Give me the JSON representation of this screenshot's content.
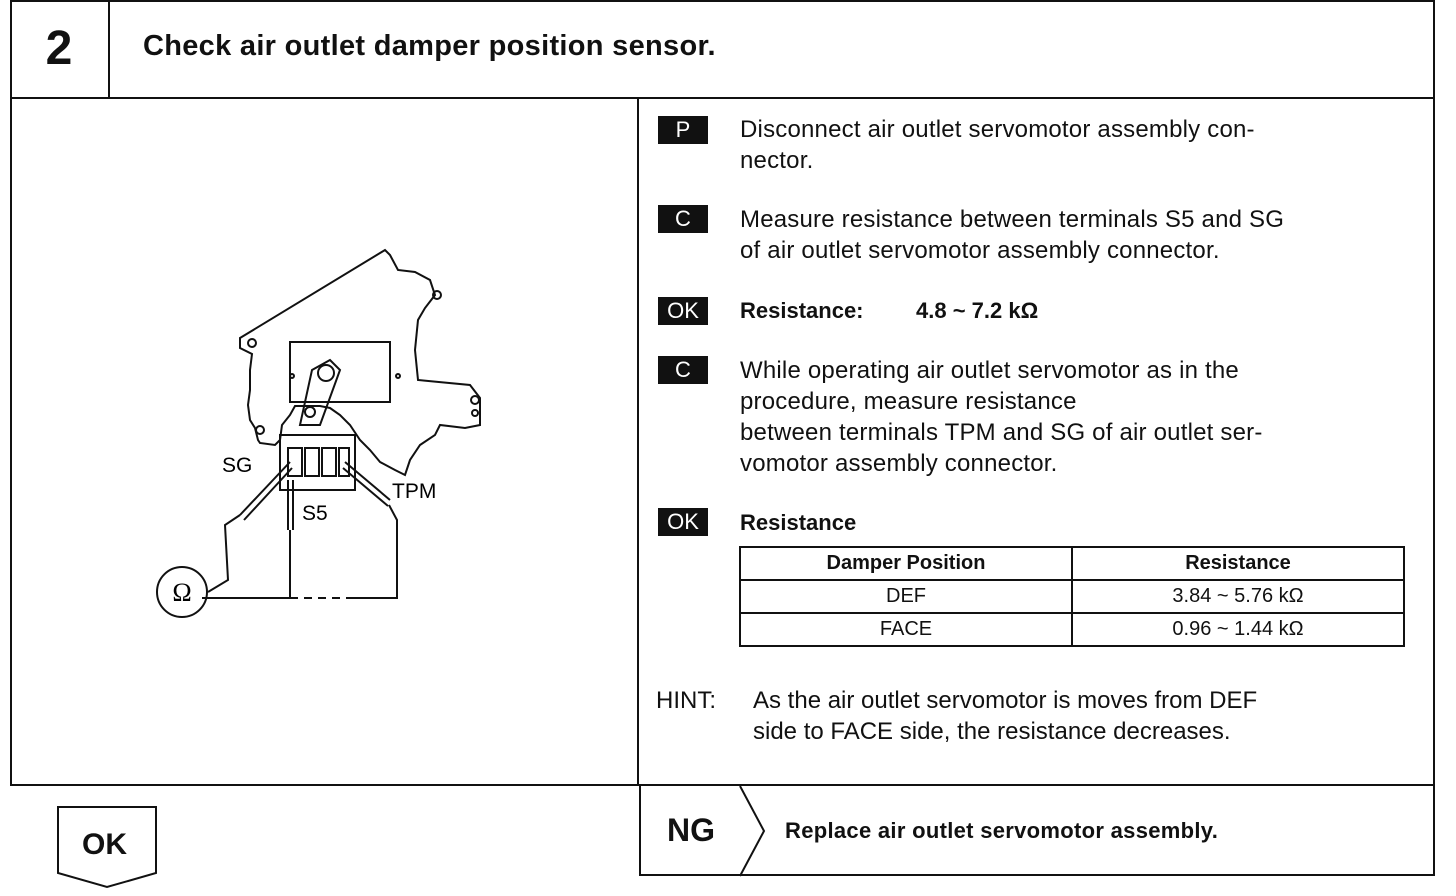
{
  "header": {
    "step_number": "2",
    "title": "Check air outlet damper position sensor."
  },
  "diagram": {
    "labels": {
      "sg": "SG",
      "s5": "S5",
      "tpm": "TPM",
      "ohm": "Ω"
    }
  },
  "steps": [
    {
      "tag": "P",
      "lines": [
        "Disconnect air outlet servomotor assembly con-",
        "nector."
      ]
    },
    {
      "tag": "C",
      "lines": [
        "Measure resistance between terminals S5 and SG",
        "of air outlet servomotor assembly connector."
      ]
    },
    {
      "tag": "OK",
      "label": "Resistance:",
      "value": "4.8 ~ 7.2 kΩ"
    },
    {
      "tag": "C",
      "lines": [
        "While operating air outlet servomotor as in the",
        "procedure,  measure  resistance",
        "between terminals TPM and SG of air outlet ser-",
        "vomotor assembly connector."
      ]
    },
    {
      "tag": "OK",
      "label": "Resistance"
    }
  ],
  "resistance_table": {
    "headers": [
      "Damper Position",
      "Resistance"
    ],
    "rows": [
      [
        "DEF",
        "3.84 ~ 5.76 kΩ"
      ],
      [
        "FACE",
        "0.96 ~ 1.44 kΩ"
      ]
    ]
  },
  "hint": {
    "label": "HINT:",
    "lines": [
      "As the air outlet servomotor is moves from DEF",
      "side to FACE side, the resistance decreases."
    ]
  },
  "footer": {
    "ok_label": "OK",
    "ng_label": "NG",
    "ng_action": "Replace air outlet servomotor assembly."
  }
}
